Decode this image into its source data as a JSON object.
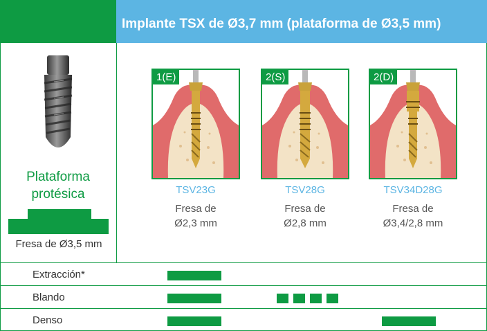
{
  "header": {
    "title": "Implante TSX de Ø3,7 mm (plataforma de Ø3,5 mm)"
  },
  "left_panel": {
    "platform_label_line1": "Plataforma",
    "platform_label_line2": "protésica",
    "drill_label": "Fresa de Ø3,5 mm"
  },
  "drills": [
    {
      "step": "1(E)",
      "code": "TSV23G",
      "desc_line1": "Fresa de",
      "desc_line2": "Ø2,3 mm"
    },
    {
      "step": "2(S)",
      "code": "TSV28G",
      "desc_line1": "Fresa de",
      "desc_line2": "Ø2,8 mm"
    },
    {
      "step": "2(D)",
      "code": "TSV34D28G",
      "desc_line1": "Fresa de",
      "desc_line2": "Ø3,4/2,8 mm"
    }
  ],
  "rows": [
    {
      "label": "Extracción*"
    },
    {
      "label": "Blando"
    },
    {
      "label": "Denso"
    }
  ],
  "colors": {
    "brand_green": "#0e9b43",
    "header_blue": "#5cb5e3",
    "code_blue": "#5cb5e3"
  }
}
